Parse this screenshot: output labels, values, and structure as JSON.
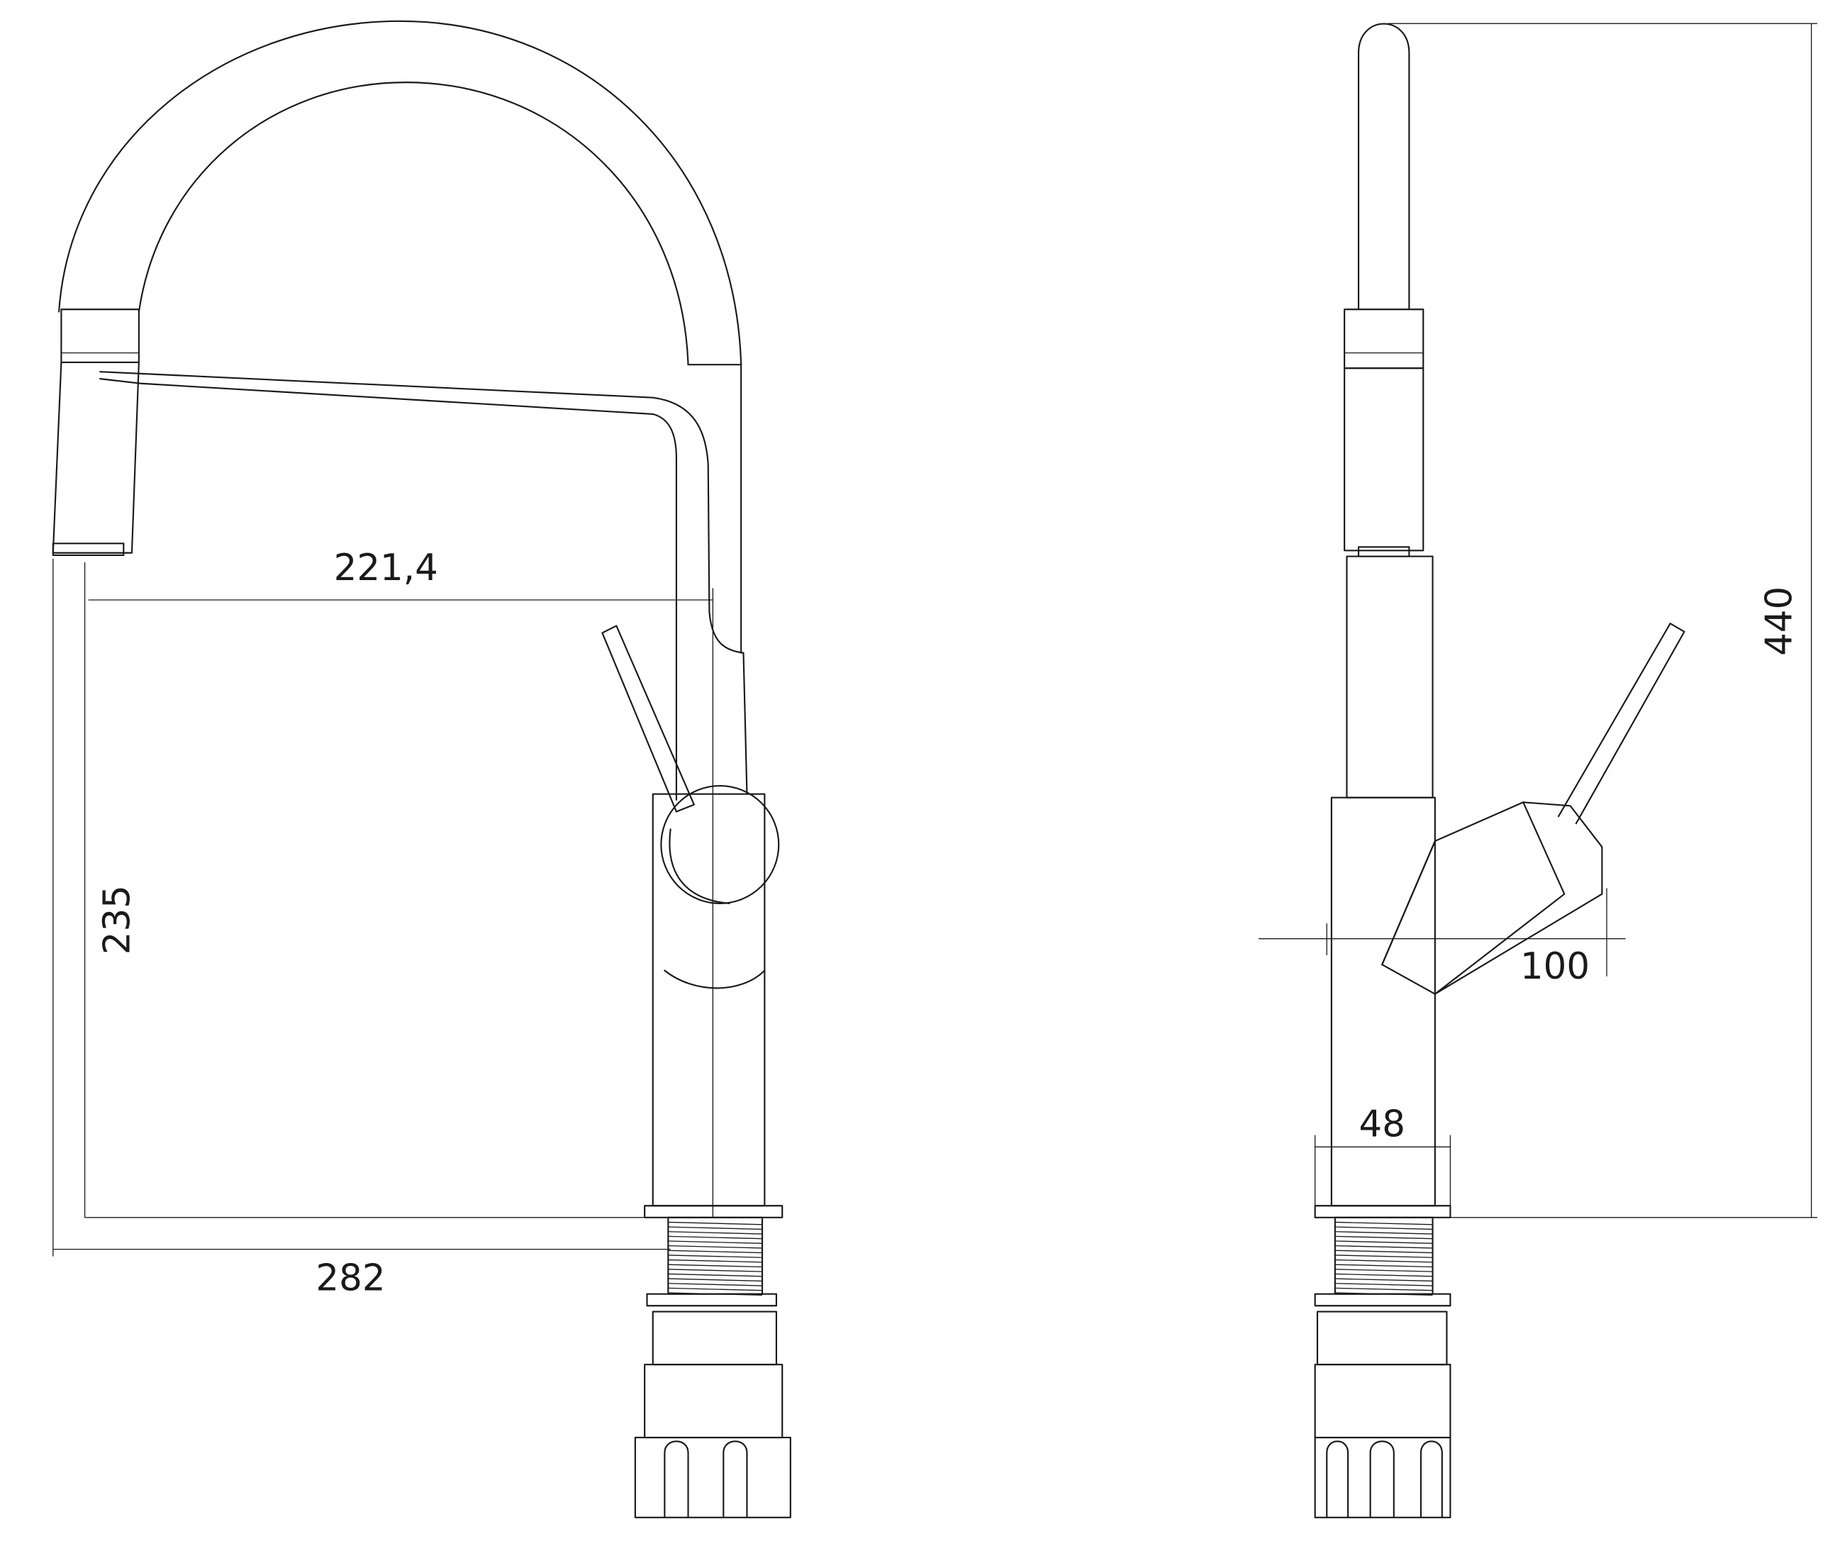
{
  "drawing": {
    "front_view": {
      "dimensions": {
        "spout_reach": "221,4",
        "spout_height": "235",
        "total_reach": "282"
      }
    },
    "side_view": {
      "dimensions": {
        "total_height": "440",
        "handle_projection": "100",
        "base_diameter": "48"
      }
    },
    "line_color": "#1a1a1a"
  }
}
